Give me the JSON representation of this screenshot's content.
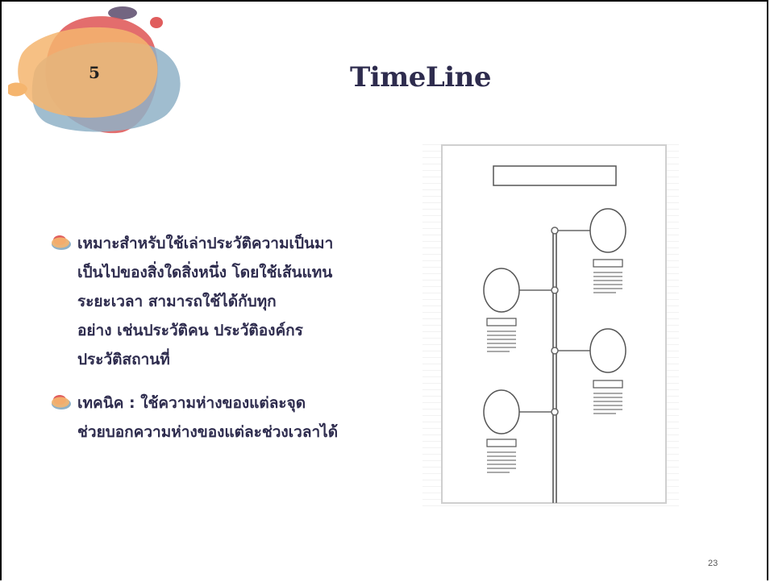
{
  "slide": {
    "section_number": "5",
    "title": "TimeLine",
    "page_number": "23"
  },
  "bullets": [
    {
      "text": "เหมาะสำหรับใช้เล่าประวัติความเป็นมา\nเป็นไปของสิ่งใดสิ่งหนึ่ง โดยใช้เส้นแทน\nระยะเวลา สามารถใช้ได้กับทุก\nอย่าง เช่นประวัติคน ประวัติองค์กร\nประวัติสถานที่"
    },
    {
      "text": "เทคนิค : ใช้ความห่างของแต่ละจุด\nช่วยบอกความห่างของแต่ละช่วงเวลาได้"
    }
  ],
  "colors": {
    "title": "#2e2c4e",
    "blob_red": "#e05d5d",
    "blob_blue": "#8fb1c7",
    "blob_orange": "#f5b56e",
    "blob_dark": "#5b4a6b"
  },
  "icons": {
    "bullet": "blob-bullet-icon",
    "figure": "timeline-diagram-image"
  }
}
